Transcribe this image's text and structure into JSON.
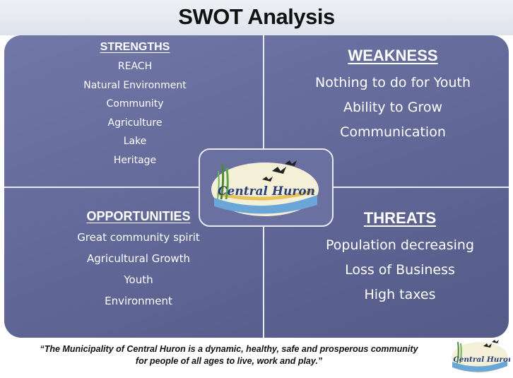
{
  "title": "SWOT Analysis",
  "strengths": {
    "heading": "STRENGTHS",
    "items": [
      "REACH",
      "Natural Environment",
      "Community",
      "Agriculture",
      "Lake",
      "Heritage"
    ]
  },
  "weakness": {
    "heading": "WEAKNESS",
    "items": [
      "Nothing to do for Youth",
      "Ability to Grow",
      "Communication"
    ]
  },
  "opportunities": {
    "heading": "OPPORTUNITIES",
    "items": [
      "Great community spirit",
      "Agricultural Growth",
      "Youth",
      "Environment"
    ]
  },
  "threats": {
    "heading": "THREATS",
    "items": [
      "Population decreasing",
      "Loss of Business",
      "High taxes"
    ]
  },
  "logo": {
    "text": "Central Huron"
  },
  "footer": {
    "quote_line1": "“The Municipality of Central Huron is a dynamic, healthy, safe and prosperous community",
    "quote_line2": "for people of all ages to live, work and play.”"
  },
  "colors": {
    "panel": "#5f6594",
    "divider": "#e8e9f2",
    "text": "#ffffff",
    "logo_text": "#2b3f7c"
  }
}
